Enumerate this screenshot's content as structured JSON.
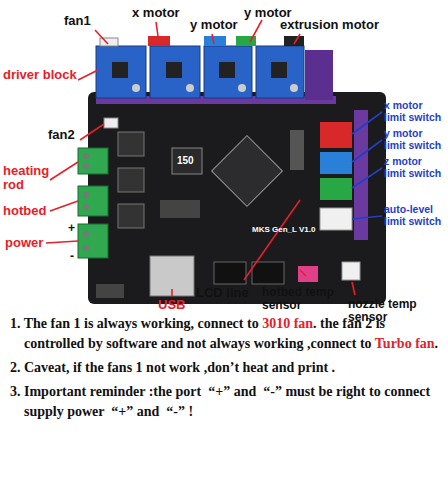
{
  "diagram": {
    "labels": [
      "fan1",
      "x motor",
      "y motor",
      "y motor",
      "extrusion motor",
      "driver block",
      "fan2",
      "heating rod",
      "hotbed",
      "power",
      "+",
      "-",
      "MKS Gen_L V1.0",
      "150",
      "USB",
      "LCD line",
      "hotbed temp sensor",
      "nozzle temp sensor",
      "x motor limit switch",
      "y motor limit switch",
      "z motor limit switch",
      "auto-level limit switch",
      "1. The fan 1 is always working, connect to ",
      "3010 fan",
      ". the fan 2 is controlled by software and not always working ,connect to ",
      "Turbo fan",
      ".",
      "2. Caveat, if the fans 1 not work ,don’t heat and print .",
      "3. Important reminder :the port  “+” and  “-” must be right to connect supply power  “+” and  “-” !"
    ]
  }
}
